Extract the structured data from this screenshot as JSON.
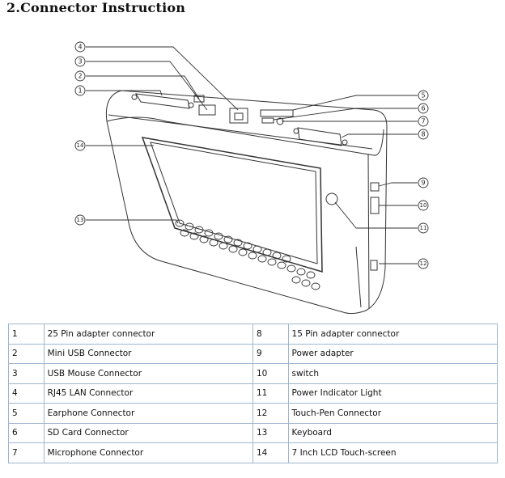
{
  "title": "2.Connector Instruction",
  "callouts": {
    "c1": "1",
    "c2": "2",
    "c3": "3",
    "c4": "4",
    "c5": "5",
    "c6": "6",
    "c7": "7",
    "c8": "8",
    "c9": "9",
    "c10": "10",
    "c11": "11",
    "c12": "12",
    "c13": "13",
    "c14": "14"
  },
  "legend": [
    {
      "n1": "1",
      "d1": "25 Pin adapter connector",
      "n2": "8",
      "d2": "15 Pin adapter connector"
    },
    {
      "n1": "2",
      "d1": "Mini USB Connector",
      "n2": "9",
      "d2": "Power adapter"
    },
    {
      "n1": "3",
      "d1": "USB Mouse Connector",
      "n2": "10",
      "d2": "switch"
    },
    {
      "n1": "4",
      "d1": "RJ45 LAN Connector",
      "n2": "11",
      "d2": "Power Indicator Light"
    },
    {
      "n1": "5",
      "d1": "Earphone Connector",
      "n2": "12",
      "d2": "Touch-Pen Connector"
    },
    {
      "n1": "6",
      "d1": "SD Card Connector",
      "n2": "13",
      "d2": "Keyboard"
    },
    {
      "n1": "7",
      "d1": "Microphone Connector",
      "n2": "14",
      "d2": "7 Inch LCD Touch-screen"
    }
  ]
}
